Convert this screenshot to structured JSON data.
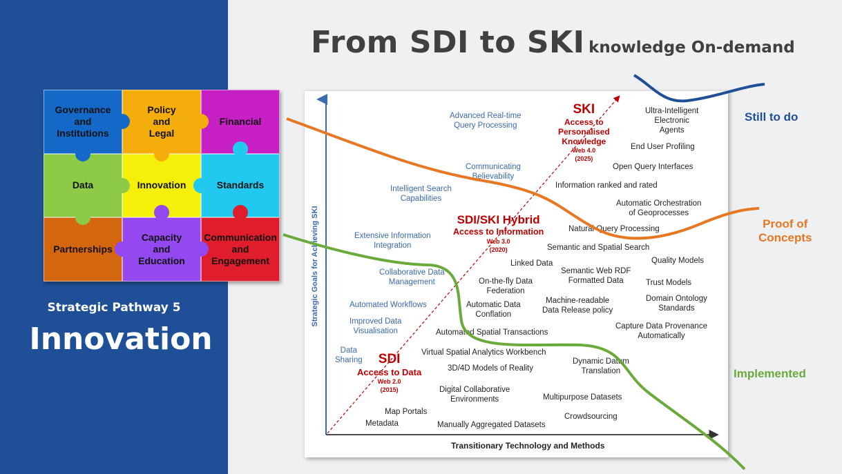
{
  "title": {
    "main": "From SDI to SKI",
    "sub": "knowledge On-demand"
  },
  "pathway": {
    "label": "Strategic Pathway 5",
    "name": "Innovation"
  },
  "puzzle": [
    {
      "id": "governance",
      "text": "Governance\nand\nInstitutions",
      "color": "#1469c8"
    },
    {
      "id": "policy",
      "text": "Policy\nand\nLegal",
      "color": "#f5ad0c"
    },
    {
      "id": "financial",
      "text": "Financial",
      "color": "#c61fc4"
    },
    {
      "id": "data",
      "text": "Data",
      "color": "#8dcb46"
    },
    {
      "id": "innovation",
      "text": "Innovation",
      "color": "#f4f00a"
    },
    {
      "id": "standards",
      "text": "Standards",
      "color": "#22c9ef"
    },
    {
      "id": "partnerships",
      "text": "Partnerships",
      "color": "#d4660f"
    },
    {
      "id": "capacity",
      "text": "Capacity\nand\nEducation",
      "color": "#9448ef"
    },
    {
      "id": "communication",
      "text": "Communication\nand\nEngagement",
      "color": "#e01d2d"
    }
  ],
  "diagram": {
    "xlabel": "Transitionary Technology and Methods",
    "ylabel": "Strategic Goals for Achieving SKI",
    "stages": [
      {
        "id": "sdi",
        "name": "SDI",
        "subtitle": "Access to Data",
        "web": "Web 2.0",
        "year": "(2015)"
      },
      {
        "id": "hybrid",
        "name": "SDI/SKI Hybrid",
        "subtitle": "Access to Information",
        "web": "Web 3.0",
        "year": "(2020)"
      },
      {
        "id": "ski",
        "name": "SKI",
        "subtitle": "Access to\nPersonalised\nKnowledge",
        "web": "Web 4.0",
        "year": "(2025)"
      }
    ],
    "goals": [
      "Advanced  Real-time\nQuery Processing",
      "Communicating\nBelievability",
      "Intelligent Search\nCapabilities",
      "Extensive Information\nIntegration",
      "Collaborative Data\nManagement",
      "Automated Workflows",
      "Improved Data\nVisualisation",
      "Data\nSharing"
    ],
    "technologies": [
      "Ultra-Intelligent\nElectronic\nAgents",
      "End User Profiling",
      "Open Query Interfaces",
      "Information ranked and rated",
      "Automatic Orchestration\nof Geoprocesses",
      "Natural Query Processing",
      "Semantic and Spatial Search",
      "Linked Data",
      "Quality Models",
      "Semantic Web RDF\nFormatted Data",
      "On-the-fly Data\nFederation",
      "Trust Models",
      "Domain Ontology\nStandards",
      "Machine-readable\nData Release policy",
      "Automatic Data\nConflation",
      "Capture Data Provenance\nAutomatically",
      "Automated Spatial Transactions",
      "Virtual Spatial Analytics Workbench",
      "Dynamic Datum\nTranslation",
      "3D/4D Models of Reality",
      "Digital Collaborative\nEnvironments",
      "Multipurpose Datasets",
      "Map Portals",
      "Crowdsourcing",
      "Metadata",
      "Manually Aggregated Datasets"
    ]
  },
  "status": {
    "todo": "Still to do",
    "poc": "Proof of\nConcepts",
    "implemented": "Implemented"
  },
  "colors": {
    "sidebar": "#1f4f96",
    "todo": "#1f4f96",
    "poc": "#e87722",
    "implemented": "#6aaa3a",
    "stage": "#c00000",
    "goal": "#3a6ab0"
  }
}
